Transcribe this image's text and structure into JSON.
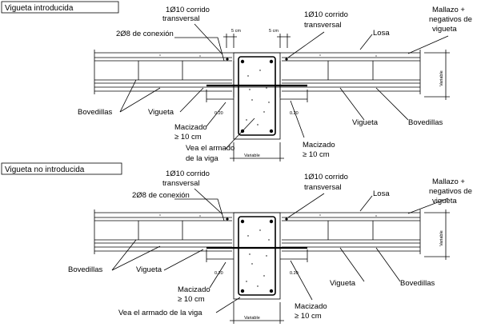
{
  "detail_top": {
    "title": "Vigueta introducida",
    "rebar_left_1": "1Ø10 corrido",
    "rebar_left_2": "transversal",
    "connection": "2Ø8 de conexión",
    "rebar_right_1": "1Ø10 corrido",
    "rebar_right_2": "transversal",
    "slab": "Losa",
    "mesh_1": "Mallazo +",
    "mesh_2": "negativos de",
    "mesh_3": "vigueta",
    "dim_left": "5 cm",
    "dim_right": "5 cm",
    "variable_side": "Variable",
    "bovedillas_left": "Bovedillas",
    "vigueta_left": "Vigueta",
    "dim_020_left": "0.20",
    "dim_020_right": "0.20",
    "macizado_left_1": "Macizado",
    "macizado_left_2": "≥ 10 cm",
    "vea_1": "Vea el armado",
    "vea_2": "de la viga",
    "vigueta_right": "Vigueta",
    "bovedillas_right": "Bovedillas",
    "macizado_right_1": "Macizado",
    "macizado_right_2": "≥ 10 cm",
    "variable_bottom": "Variable"
  },
  "detail_bottom": {
    "title": "Vigueta no introducida",
    "rebar_left_1": "1Ø10 corrido",
    "rebar_left_2": "transversal",
    "connection": "2Ø8 de conexión",
    "rebar_right_1": "1Ø10 corrido",
    "rebar_right_2": "transversal",
    "slab": "Losa",
    "mesh_1": "Mallazo +",
    "mesh_2": "negativos de",
    "mesh_3": "vigueta",
    "variable_side": "Variable",
    "bovedillas_left": "Bovedillas",
    "vigueta_left": "Vigueta",
    "dim_020_left": "0.20",
    "dim_020_right": "0.20",
    "macizado_left_1": "Macizado",
    "macizado_left_2": "≥ 10 cm",
    "vea": "Vea el armado de la viga",
    "vigueta_right": "Vigueta",
    "bovedillas_right": "Bovedillas",
    "macizado_right_1": "Macizado",
    "macizado_right_2": "≥ 10 cm",
    "variable_bottom": "Variable"
  }
}
